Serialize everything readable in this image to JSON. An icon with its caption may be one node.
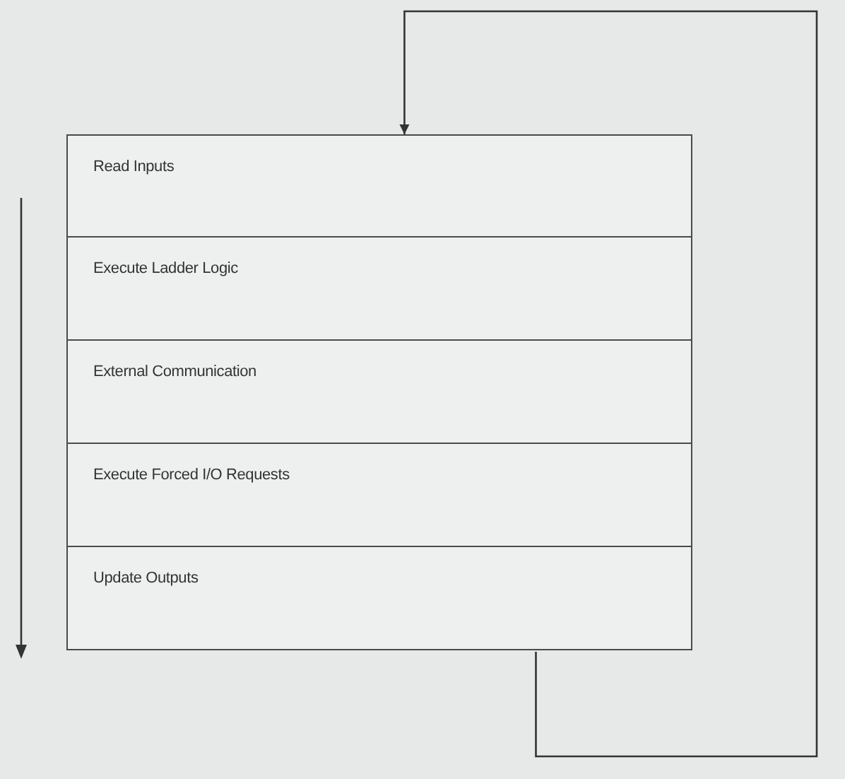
{
  "diagram": {
    "nodes": [
      {
        "text": [
          "Read Inputs"
        ]
      },
      {
        "text": [
          "Execute Ladder Logic"
        ]
      },
      {
        "text": [
          "External Communication"
        ]
      },
      {
        "text": [
          "Execute Forced I/O Requests"
        ]
      },
      {
        "text": [
          "Update Outputs"
        ]
      }
    ],
    "edges": [
      {
        "from": 4,
        "to": 0,
        "arrow": "to"
      }
    ]
  }
}
